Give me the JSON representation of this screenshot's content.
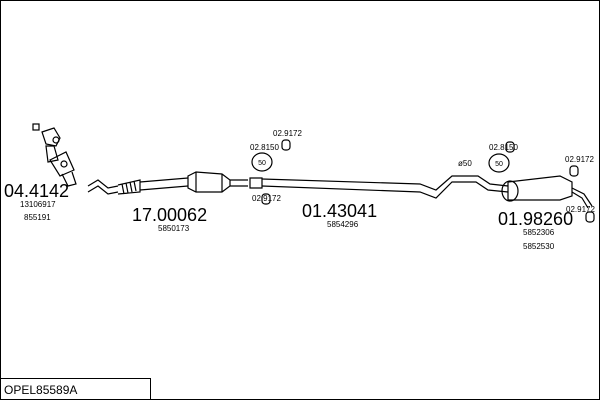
{
  "colors": {
    "line": "#000000",
    "background": "#ffffff"
  },
  "model_code": "OPEL85589A",
  "parts": [
    {
      "number": "04.4142",
      "refs": [
        "13106917",
        "855191"
      ]
    },
    {
      "number": "17.00062",
      "refs": [
        "5850173"
      ]
    },
    {
      "number": "01.43041",
      "refs": [
        "5854296"
      ]
    },
    {
      "number": "01.98260",
      "refs": [
        "5852306",
        "5852530"
      ]
    }
  ],
  "accessories": {
    "hanger_1": "02.9172",
    "clamp_1": "02.8150",
    "hanger_2": "02.9172",
    "diameter": "ø50",
    "clamp_2": "02.8150",
    "hanger_3": "02.9172",
    "hanger_4": "02.9172"
  },
  "clamp_size": "50"
}
